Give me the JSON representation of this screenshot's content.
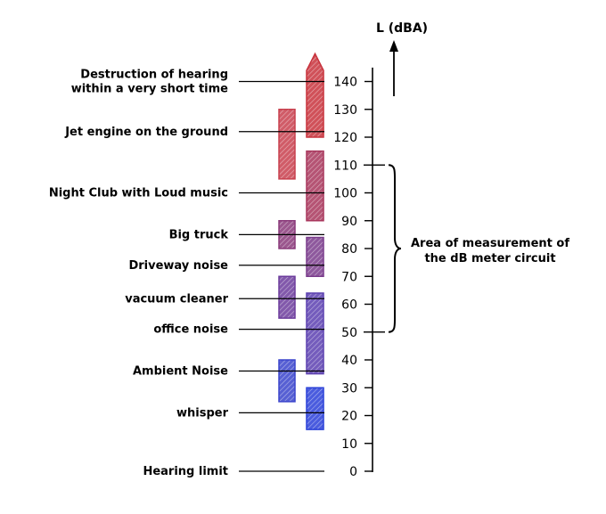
{
  "axis": {
    "title": "L (dBA)",
    "min": 0,
    "max": 140,
    "ticks": [
      0,
      10,
      20,
      30,
      40,
      50,
      60,
      70,
      80,
      90,
      100,
      110,
      120,
      130,
      140
    ]
  },
  "sources": [
    {
      "id": "destruction",
      "lines": [
        "Destruction of hearing",
        "within a very short time"
      ],
      "level": 140
    },
    {
      "id": "jet-engine",
      "lines": [
        "Jet engine on the ground"
      ],
      "level": 122
    },
    {
      "id": "night-club",
      "lines": [
        "Night Club with Loud music"
      ],
      "level": 100
    },
    {
      "id": "big-truck",
      "lines": [
        "Big truck"
      ],
      "level": 85
    },
    {
      "id": "driveway",
      "lines": [
        "Driveway noise"
      ],
      "level": 74
    },
    {
      "id": "vacuum",
      "lines": [
        "vacuum cleaner"
      ],
      "level": 62
    },
    {
      "id": "office",
      "lines": [
        "office noise"
      ],
      "level": 51
    },
    {
      "id": "ambient",
      "lines": [
        "Ambient Noise"
      ],
      "level": 36
    },
    {
      "id": "whisper",
      "lines": [
        "whisper"
      ],
      "level": 21
    },
    {
      "id": "hearing-limit",
      "lines": [
        "Hearing limit"
      ],
      "level": 0
    }
  ],
  "bars": [
    {
      "id": "destruction-bar",
      "column": "inner",
      "from": 120,
      "to": 150,
      "color": "#c8323c"
    },
    {
      "id": "jet-engine-bar",
      "column": "outer",
      "from": 105,
      "to": 130,
      "color": "#c8404e"
    },
    {
      "id": "night-club-bar",
      "column": "inner",
      "from": 90,
      "to": 115,
      "color": "#a8365c"
    },
    {
      "id": "big-truck-bar",
      "column": "outer",
      "from": 80,
      "to": 90,
      "color": "#8a3a7a"
    },
    {
      "id": "driveway-bar",
      "column": "inner",
      "from": 70,
      "to": 84,
      "color": "#7a3c8c"
    },
    {
      "id": "vacuum-bar",
      "column": "outer",
      "from": 55,
      "to": 70,
      "color": "#6c3c9c"
    },
    {
      "id": "office-bar",
      "column": "inner",
      "from": 35,
      "to": 64,
      "color": "#5c40b0"
    },
    {
      "id": "ambient-bar",
      "column": "outer",
      "from": 25,
      "to": 40,
      "color": "#3a44cc"
    },
    {
      "id": "whisper-bar",
      "column": "inner",
      "from": 15,
      "to": 30,
      "color": "#2a40d8"
    }
  ],
  "measurement_range": {
    "from": 50,
    "to": 110,
    "lines": [
      "Area of measurement of",
      "the dB meter circuit"
    ]
  }
}
